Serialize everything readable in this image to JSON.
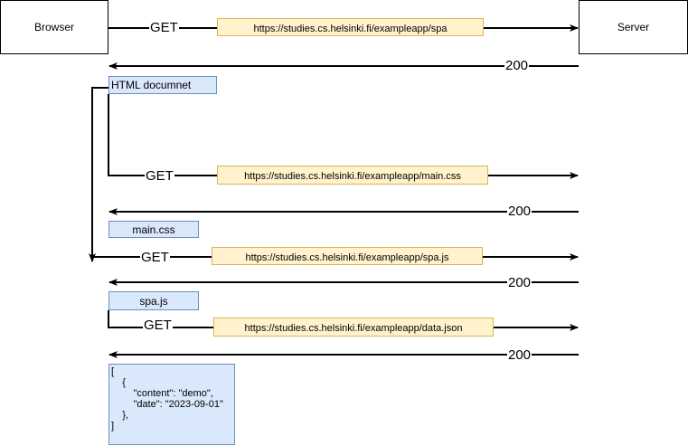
{
  "actors": {
    "browser": "Browser",
    "server": "Server"
  },
  "requests": [
    {
      "method": "GET",
      "url": "https://studies.cs.helsinki.fi/exampleapp/spa"
    },
    {
      "method": "GET",
      "url": "https://studies.cs.helsinki.fi/exampleapp/main.css"
    },
    {
      "method": "GET",
      "url": "https://studies.cs.helsinki.fi/exampleapp/spa.js"
    },
    {
      "method": "GET",
      "url": "https://studies.cs.helsinki.fi/exampleapp/data.json"
    }
  ],
  "responses": [
    {
      "status": "200",
      "body": "HTML documnet"
    },
    {
      "status": "200",
      "body": "main.css"
    },
    {
      "status": "200",
      "body": "spa.js"
    },
    {
      "status": "200",
      "body": "[\n    {\n        \"content\": \"demo\",\n        \"date\": \"2023-09-01\"\n    },\n]"
    }
  ]
}
